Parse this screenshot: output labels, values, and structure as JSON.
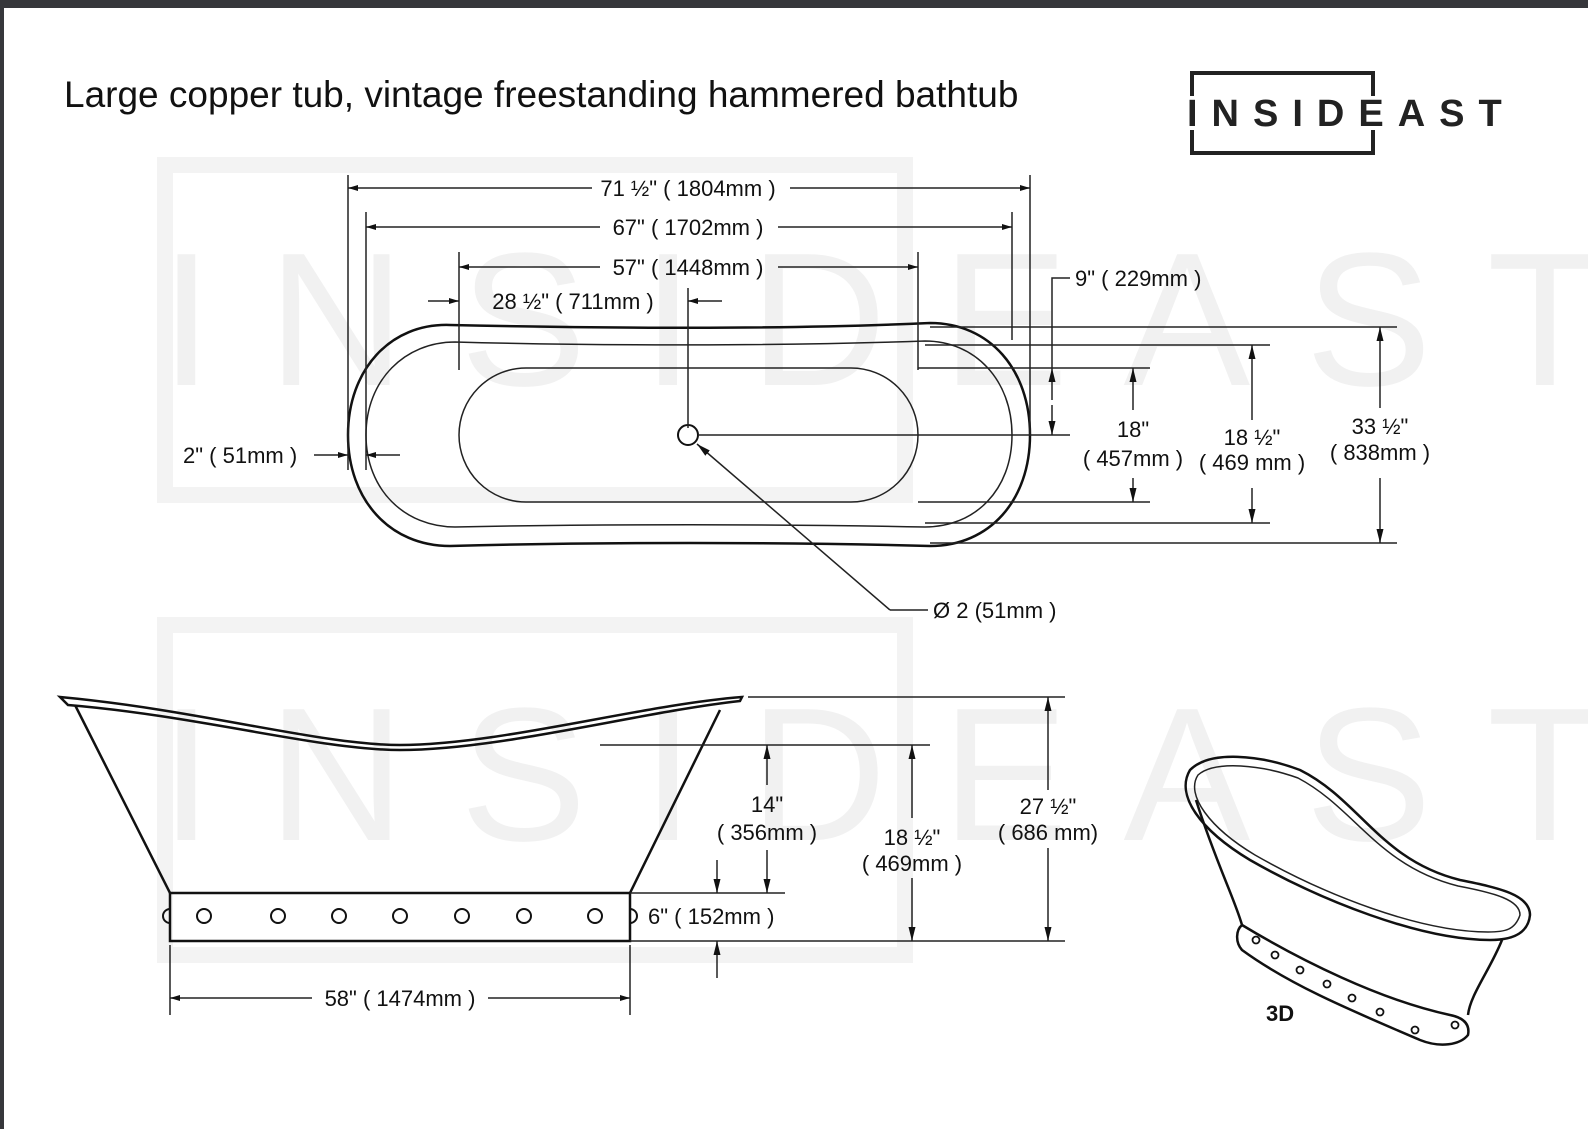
{
  "title": "Large copper tub, vintage freestanding hammered bathtub",
  "logo": "INSIDEAST",
  "watermark": "INSIDEAST",
  "top_view": {
    "overall_length": "71 ½\" ( 1804mm )",
    "rim_length": "67\" ( 1702mm )",
    "basin_length": "57\" ( 1448mm )",
    "drain_offset": "28 ½\" ( 711mm )",
    "drain_from_basin": "9\" ( 229mm )",
    "rim_thickness": "2\" ( 51mm )",
    "basin_width_in": "18\"",
    "basin_width_mm": "( 457mm )",
    "rim_width_in": "18 ½\"",
    "rim_width_mm": "( 469 mm )",
    "overall_width_in": "33 ½\"",
    "overall_width_mm": "( 838mm )",
    "drain_diameter": "Ø 2 (51mm )"
  },
  "side_view": {
    "depth_in": "14\"",
    "depth_mm": "( 356mm )",
    "center_height_in": "18 ½\"",
    "center_height_mm": "( 469mm )",
    "total_height_in": "27 ½\"",
    "total_height_mm": "( 686 mm)",
    "base_height": "6\" ( 152mm )",
    "base_length": "58\" ( 1474mm )"
  },
  "view_3d_label": "3D"
}
